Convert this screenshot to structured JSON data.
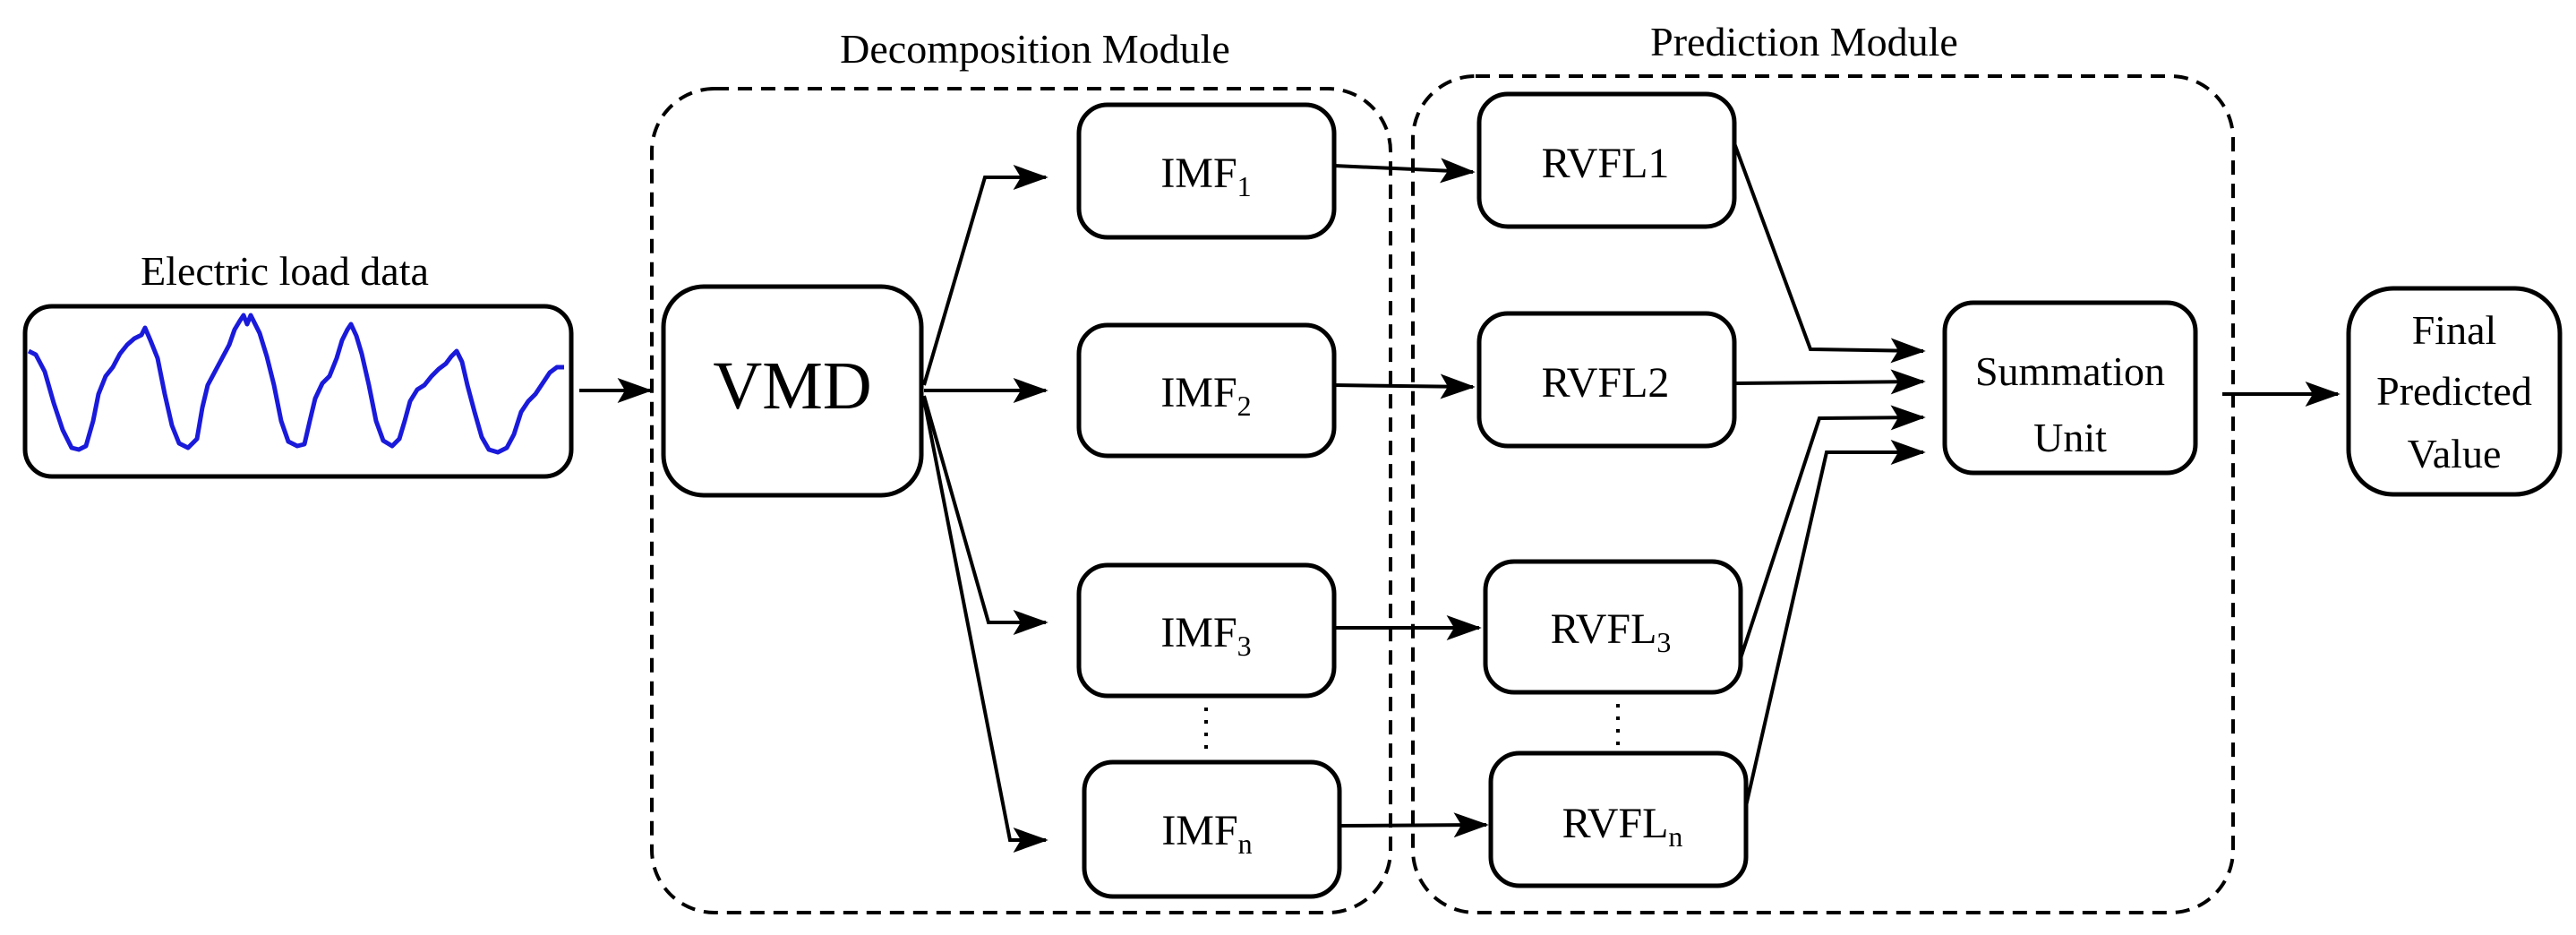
{
  "input": {
    "title": "Electric load data"
  },
  "modules": {
    "decomposition": "Decomposition Module",
    "prediction": "Prediction Module"
  },
  "vmd": "VMD",
  "imfs": [
    {
      "base": "IMF",
      "sub": "1"
    },
    {
      "base": "IMF",
      "sub": "2"
    },
    {
      "base": "IMF",
      "sub": "3"
    },
    {
      "base": "IMF",
      "sub": "n"
    }
  ],
  "rvfls": [
    {
      "base": "RVFL",
      "sub": "1"
    },
    {
      "base": "RVFL",
      "sub": "2"
    },
    {
      "base": "RVFL",
      "sub": "3"
    },
    {
      "base": "RVFL",
      "sub": "n"
    }
  ],
  "summation": {
    "line1": "Summation",
    "line2": "Unit"
  },
  "output": {
    "line1": "Final",
    "line2": "Predicted",
    "line3": "Value"
  },
  "colors": {
    "signal": "#1a1adb",
    "stroke": "#000000"
  }
}
